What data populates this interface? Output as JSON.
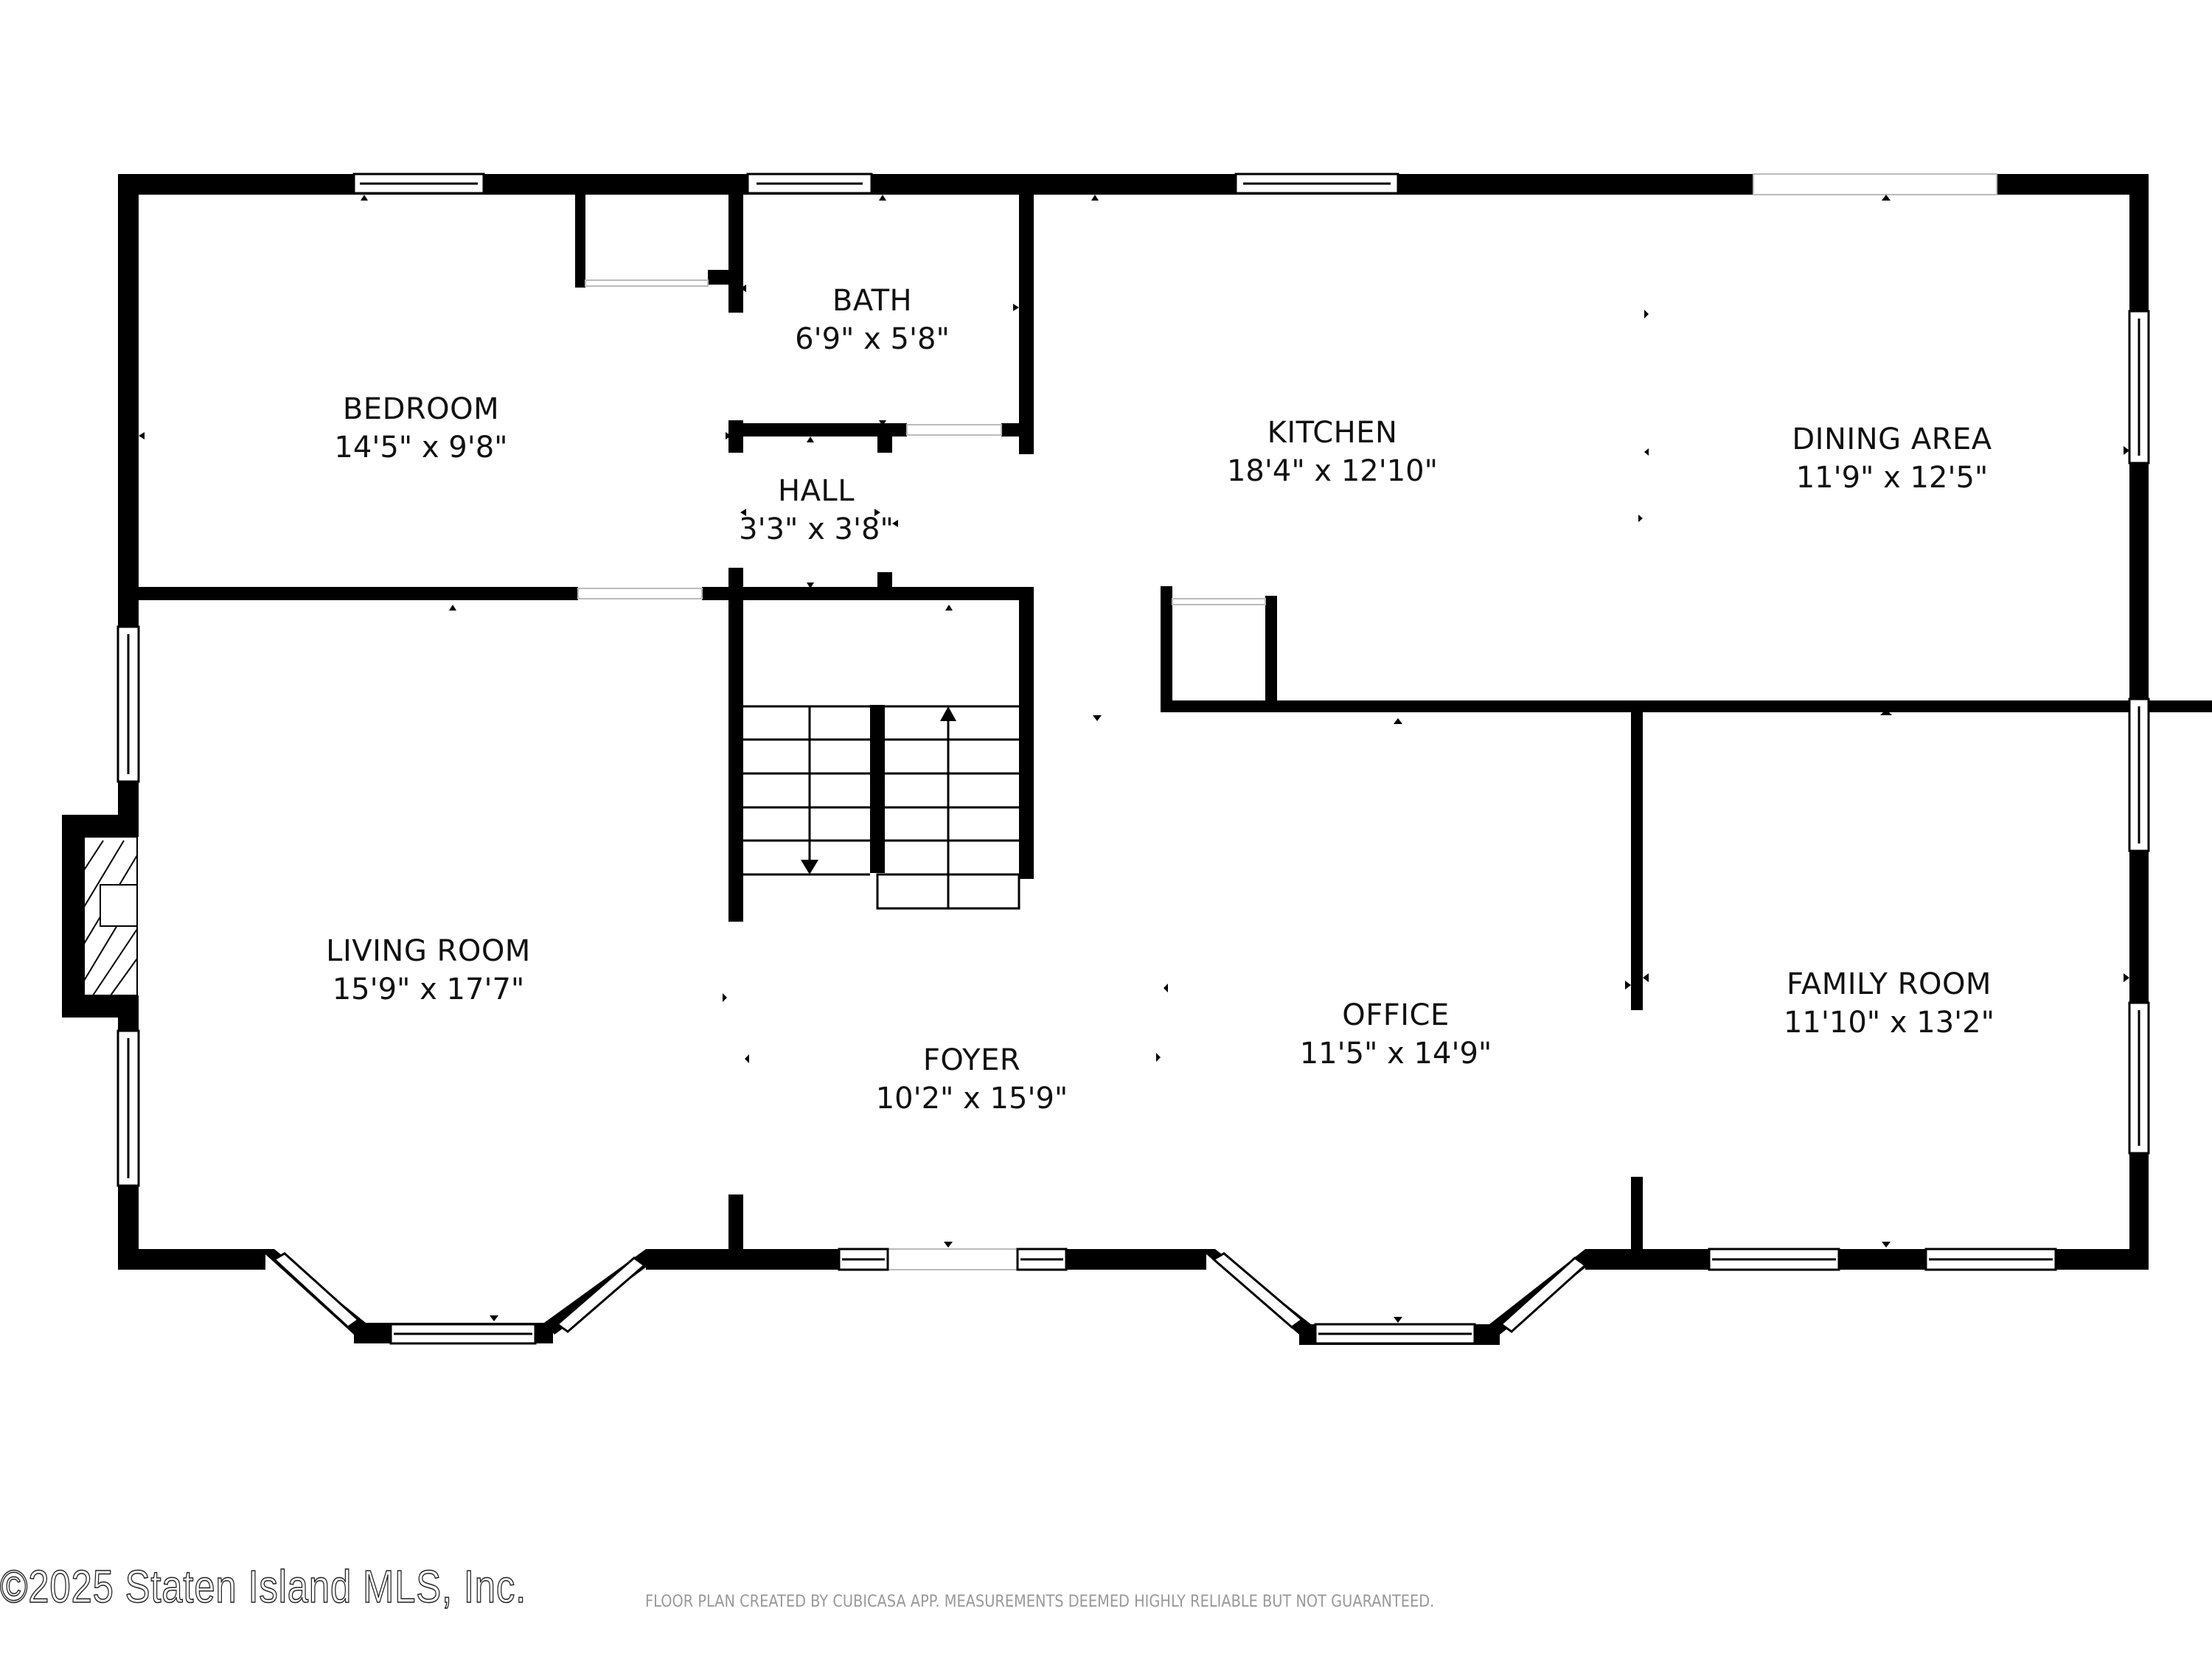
{
  "floorplan": {
    "rooms": [
      {
        "name": "BEDROOM",
        "dimensions": "14'5\" x 9'8\""
      },
      {
        "name": "BATH",
        "dimensions": "6'9\" x 5'8\""
      },
      {
        "name": "HALL",
        "dimensions": "3'3\" x 3'8\""
      },
      {
        "name": "KITCHEN",
        "dimensions": "18'4\" x 12'10\""
      },
      {
        "name": "DINING AREA",
        "dimensions": "11'9\" x 12'5\""
      },
      {
        "name": "LIVING ROOM",
        "dimensions": "15'9\" x 17'7\""
      },
      {
        "name": "FOYER",
        "dimensions": "10'2\" x 15'9\""
      },
      {
        "name": "OFFICE",
        "dimensions": "11'5\" x 14'9\""
      },
      {
        "name": "FAMILY ROOM",
        "dimensions": "11'10\" x 13'2\""
      }
    ],
    "icons": {
      "fireplace": "fireplace-icon",
      "stairs": "stairs-icon",
      "window": "window-icon",
      "dimension_marker": "triangle-marker-icon"
    },
    "colors": {
      "walls": "#000000",
      "background": "#ffffff",
      "disclaimer": "#999999"
    }
  },
  "footer": {
    "copyright": "©2025 Staten Island MLS, Inc.",
    "disclaimer": "FLOOR PLAN CREATED BY CUBICASA APP. MEASUREMENTS DEEMED HIGHLY RELIABLE BUT NOT GUARANTEED."
  }
}
